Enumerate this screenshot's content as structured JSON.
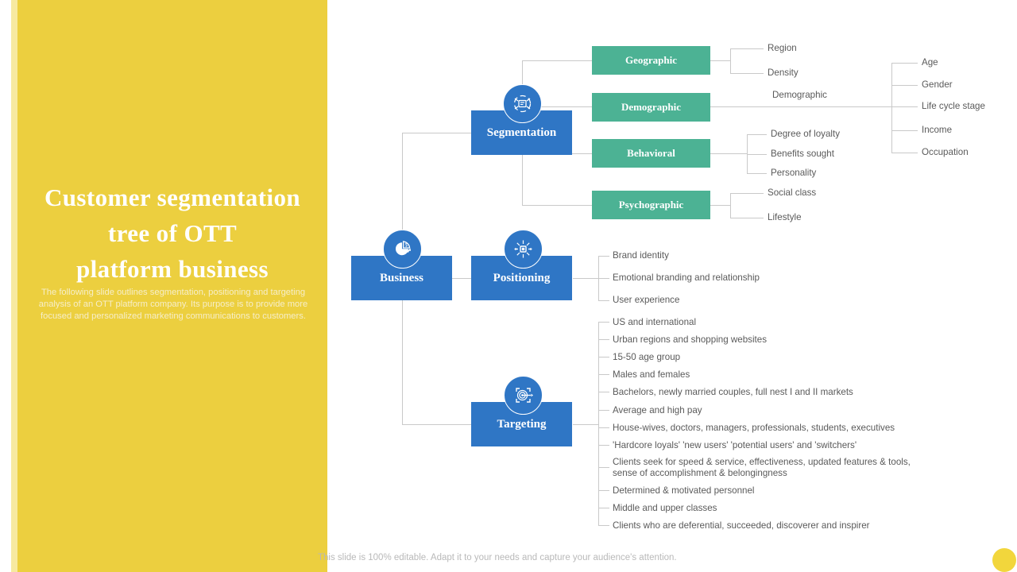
{
  "slide": {
    "title_lines": [
      "Customer segmentation",
      "tree of OTT",
      "platform business"
    ],
    "subtitle": "The following slide outlines segmentation, positioning and targeting analysis of an OTT platform company. Its purpose is to provide more focused and personalized marketing communications to customers.",
    "footer": "This slide is 100% editable. Adapt it to your needs and capture your audience's attention."
  },
  "colors": {
    "panel_yellow": "#eccf3f",
    "panel_strip": "#f7e9a0",
    "node_blue": "#2f76c5",
    "node_green": "#4cb294",
    "line_gray": "#c9c9c9",
    "leaf_text": "#5a5a5a"
  },
  "nodes": {
    "business": {
      "label": "Business",
      "icon": "pie-growth-icon"
    },
    "segmentation": {
      "label": "Segmentation",
      "icon": "cycle-segments-icon"
    },
    "positioning": {
      "label": "Positioning",
      "icon": "radiating-box-icon"
    },
    "targeting": {
      "label": "Targeting",
      "icon": "target-arrow-icon"
    }
  },
  "segmentation_categories": [
    {
      "label": "Geographic",
      "leaves": [
        "Region",
        "Density"
      ]
    },
    {
      "label": "Demographic",
      "leaves": [
        "Demographic"
      ],
      "sub_leaves": [
        "Age",
        "Gender",
        "Life cycle stage",
        "Income",
        "Occupation"
      ]
    },
    {
      "label": "Behavioral",
      "leaves": [
        "Degree  of loyalty",
        "Benefits sought",
        "Personality"
      ]
    },
    {
      "label": "Psychographic",
      "leaves": [
        "Social class",
        "Lifestyle"
      ]
    }
  ],
  "positioning_leaves": [
    "Brand identity",
    "Emotional  branding and relationship",
    "User experience"
  ],
  "targeting_leaves": [
    "US and international",
    "Urban regions and shopping websites",
    "15-50 age group",
    "Males and females",
    "Bachelors, newly married couples, full nest I and II  markets",
    "Average and high pay",
    "House-wives, doctors, managers, professionals, students, executives",
    "'Hardcore loyals' 'new users' 'potential users' and 'switchers'",
    "Clients  seek for speed & service, effectiveness, updated features & tools, sense of accomplishment & belongingness",
    "Determined & motivated personnel",
    "Middle and upper classes",
    "Clients  who are deferential, succeeded, discoverer and inspirer"
  ]
}
